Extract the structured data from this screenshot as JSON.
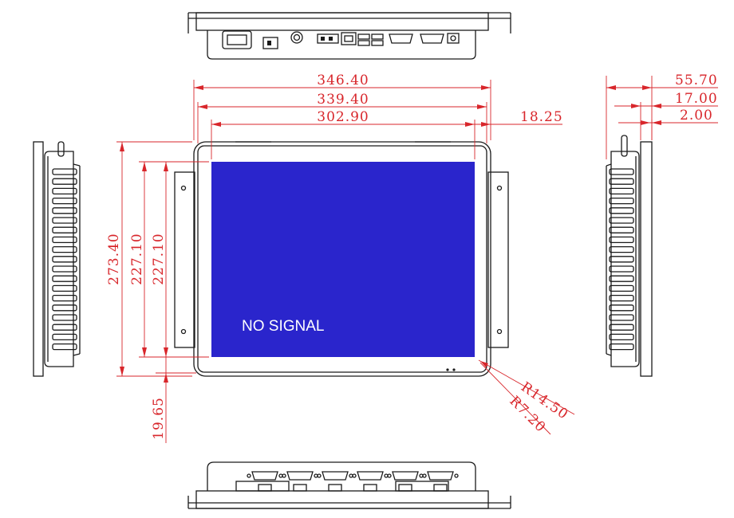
{
  "dimensions": {
    "overall_width": "346.40",
    "bezel_width": "339.40",
    "screen_width": "302.90",
    "screen_side_offset": "18.25",
    "overall_height": "273.40",
    "screen_height_a": "227.10",
    "screen_height_b": "227.10",
    "screen_bottom_offset": "19.65",
    "depth_total": "55.70",
    "depth_bezel": "17.00",
    "depth_front": "2.00",
    "outer_radius": "R14.50",
    "inner_radius": "R7.20"
  },
  "screen": {
    "message": "NO SIGNAL",
    "color": "#2a25cc"
  },
  "colors": {
    "outline": "#1a1a1a",
    "dimension": "#d8262b",
    "screen": "#2a25cc"
  }
}
